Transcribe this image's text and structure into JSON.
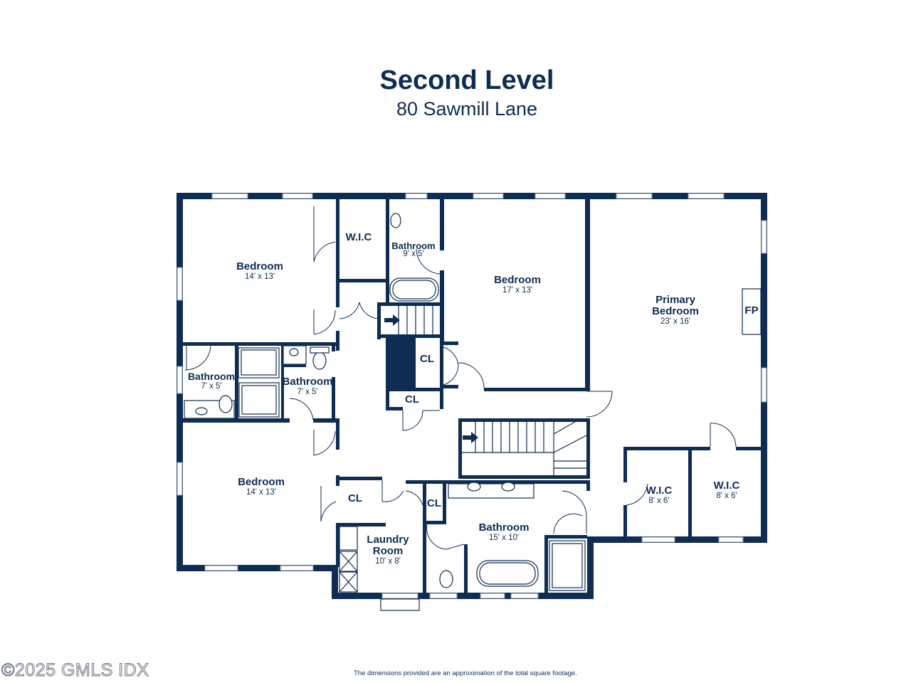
{
  "title": "Second Level",
  "subtitle": "80 Sawmill Lane",
  "rooms": {
    "bedroom_nw": {
      "name": "Bedroom",
      "dims": "14' x 13'"
    },
    "wic_top": {
      "name": "W.I.C",
      "dims": ""
    },
    "bathroom_top": {
      "name": "Bathroom",
      "dims": "9' x 5'"
    },
    "bedroom_center": {
      "name": "Bedroom",
      "dims": "17' x 13'"
    },
    "primary_bedroom": {
      "name_line1": "Primary",
      "name_line2": "Bedroom",
      "dims": "23' x 16'"
    },
    "fireplace": {
      "name": "FP"
    },
    "bathroom_west": {
      "name": "Bathroom",
      "dims": "7' x 5'"
    },
    "bathroom_mid": {
      "name": "Bathroom",
      "dims": "7' x 5'"
    },
    "closet_a": {
      "name": "CL"
    },
    "closet_b": {
      "name": "CL"
    },
    "bedroom_sw": {
      "name": "Bedroom",
      "dims": "14' x 13'"
    },
    "closet_c": {
      "name": "CL"
    },
    "closet_d": {
      "name": "CL"
    },
    "laundry": {
      "name_line1": "Laundry",
      "name_line2": "Room",
      "dims": "10' x 8'"
    },
    "bathroom_primary": {
      "name": "Bathroom",
      "dims": "15' x 10'"
    },
    "wic_1": {
      "name": "W.I.C",
      "dims": "8' x 6'"
    },
    "wic_2": {
      "name": "W.I.C",
      "dims": "8' x 6'"
    }
  },
  "watermark": "©2025 GMLS IDX",
  "disclaimer": "The dimensions provided are an approximation of the total square footage.",
  "colors": {
    "wall": "#0f2d52",
    "background": "#ffffff"
  }
}
